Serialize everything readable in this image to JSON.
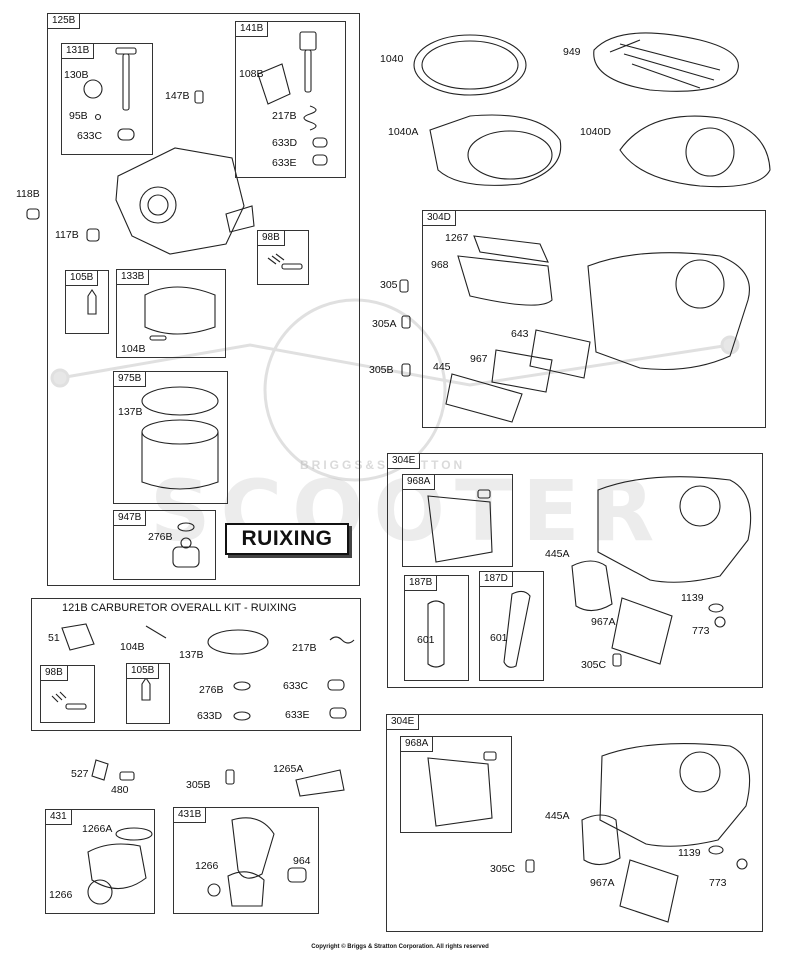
{
  "watermark": {
    "brand": "SCOOTER",
    "sub": "BRIGGS&STRATTON"
  },
  "stamp": "RUIXING",
  "copyright": "Copyright © Briggs & Stratton Corporation. All rights reserved",
  "kit_title": "121B CARBURETOR OVERALL KIT - RUIXING",
  "box_tags": {
    "b125B": "125B",
    "b131B": "131B",
    "b141B": "141B",
    "b98B": "98B",
    "b105B": "105B",
    "b133B": "133B",
    "b975B": "975B",
    "b947B": "947B",
    "b304D": "304D",
    "b304E_top": "304E",
    "b968A_top": "968A",
    "b187B": "187B",
    "b187D": "187D",
    "k98B": "98B",
    "k105B": "105B",
    "b431": "431",
    "b431B": "431B",
    "b304E_bot": "304E",
    "b968A_bot": "968A"
  },
  "part_labels": {
    "p130B": "130B",
    "p95B": "95B",
    "p633C_a": "633C",
    "p147B": "147B",
    "p108B": "108B",
    "p217B_a": "217B",
    "p633D_a": "633D",
    "p633E_a": "633E",
    "p118B": "118B",
    "p117B": "117B",
    "p104B_a": "104B",
    "p137B_a": "137B",
    "p276B_a": "276B",
    "p1040": "1040",
    "p949": "949",
    "p1040A": "1040A",
    "p1040D": "1040D",
    "p1267": "1267",
    "p968": "968",
    "p305": "305",
    "p305A": "305A",
    "p643": "643",
    "p305B_a": "305B",
    "p967": "967",
    "p445": "445",
    "p445A_a": "445A",
    "p1139_a": "1139",
    "p967A_a": "967A",
    "p773_a": "773",
    "p601_a": "601",
    "p601_b": "601",
    "p305C_a": "305C",
    "p51": "51",
    "p104B_b": "104B",
    "p137B_b": "137B",
    "p217B_b": "217B",
    "p276B_b": "276B",
    "p633C_b": "633C",
    "p633D_b": "633D",
    "p633E_b": "633E",
    "p527": "527",
    "p480": "480",
    "p305B_b": "305B",
    "p1265A": "1265A",
    "p1266A": "1266A",
    "p1266_a": "1266",
    "p1266_b": "1266",
    "p964": "964",
    "p445A_b": "445A",
    "p305C_b": "305C",
    "p1139_b": "1139",
    "p967A_b": "967A",
    "p773_b": "773"
  }
}
